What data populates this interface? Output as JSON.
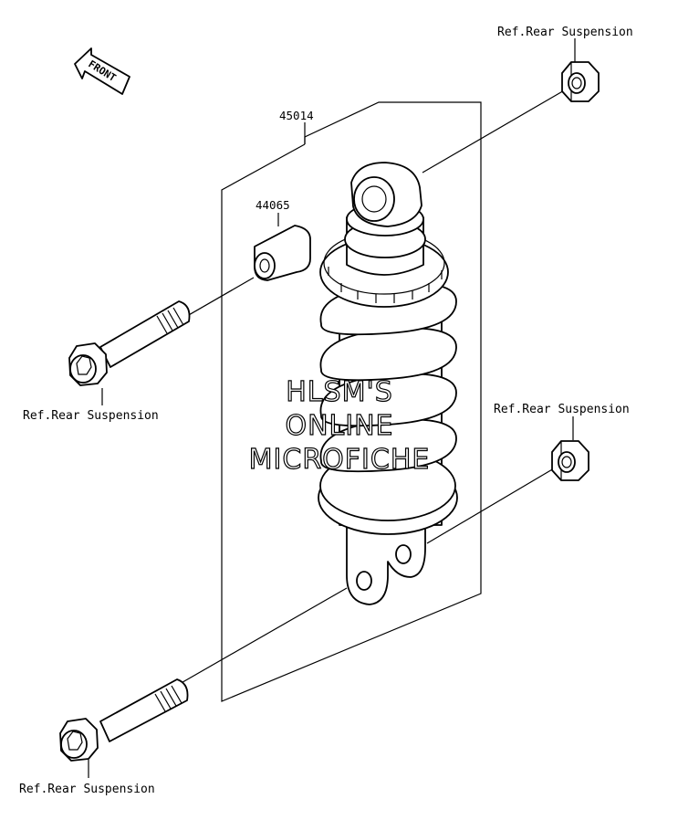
{
  "diagram": {
    "front_arrow_label": "FRONT",
    "part_numbers": {
      "shock_absorber": "45014",
      "collar": "44065"
    },
    "references": {
      "top_right_nut": "Ref.Rear Suspension",
      "left_upper_bolt": "Ref.Rear Suspension",
      "right_lower_nut": "Ref.Rear Suspension",
      "left_lower_bolt": "Ref.Rear Suspension"
    },
    "watermark": [
      "HLSM'S",
      "ONLINE",
      "MICROFICHE"
    ]
  }
}
